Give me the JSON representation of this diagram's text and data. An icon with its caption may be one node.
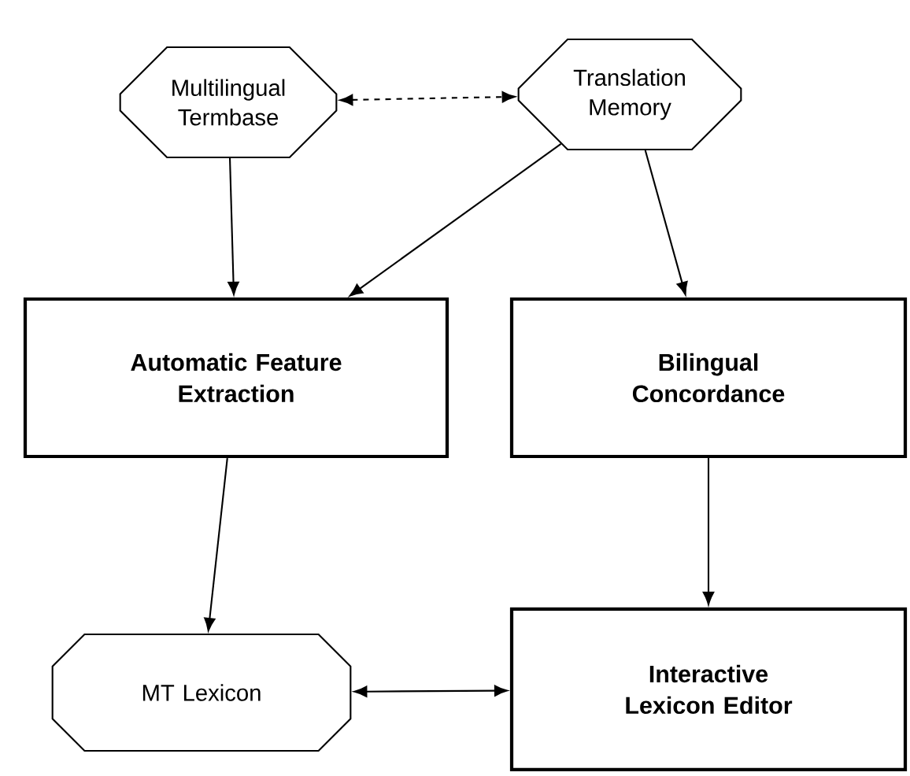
{
  "diagram": {
    "nodes": [
      {
        "text": [
          "Multilingual Termbase"
        ]
      },
      {
        "text": [
          "Translation Memory"
        ]
      },
      {
        "text": [
          "Automatic Feature Extraction"
        ]
      },
      {
        "text": [
          "Bilingual Concordance"
        ]
      },
      {
        "text": [
          "MT Lexicon"
        ]
      },
      {
        "text": [
          "Interactive Lexicon Editor"
        ]
      }
    ],
    "edges": [
      {
        "from": 0,
        "to": 1,
        "arrow": "both",
        "style": "dashed"
      },
      {
        "from": 0,
        "to": 2,
        "arrow": "to"
      },
      {
        "from": 1,
        "to": 2,
        "arrow": "to"
      },
      {
        "from": 1,
        "to": 3,
        "arrow": "to"
      },
      {
        "from": 2,
        "to": 4,
        "arrow": "to"
      },
      {
        "from": 3,
        "to": 5,
        "arrow": "to"
      },
      {
        "from": 4,
        "to": 5,
        "arrow": "both"
      }
    ]
  }
}
